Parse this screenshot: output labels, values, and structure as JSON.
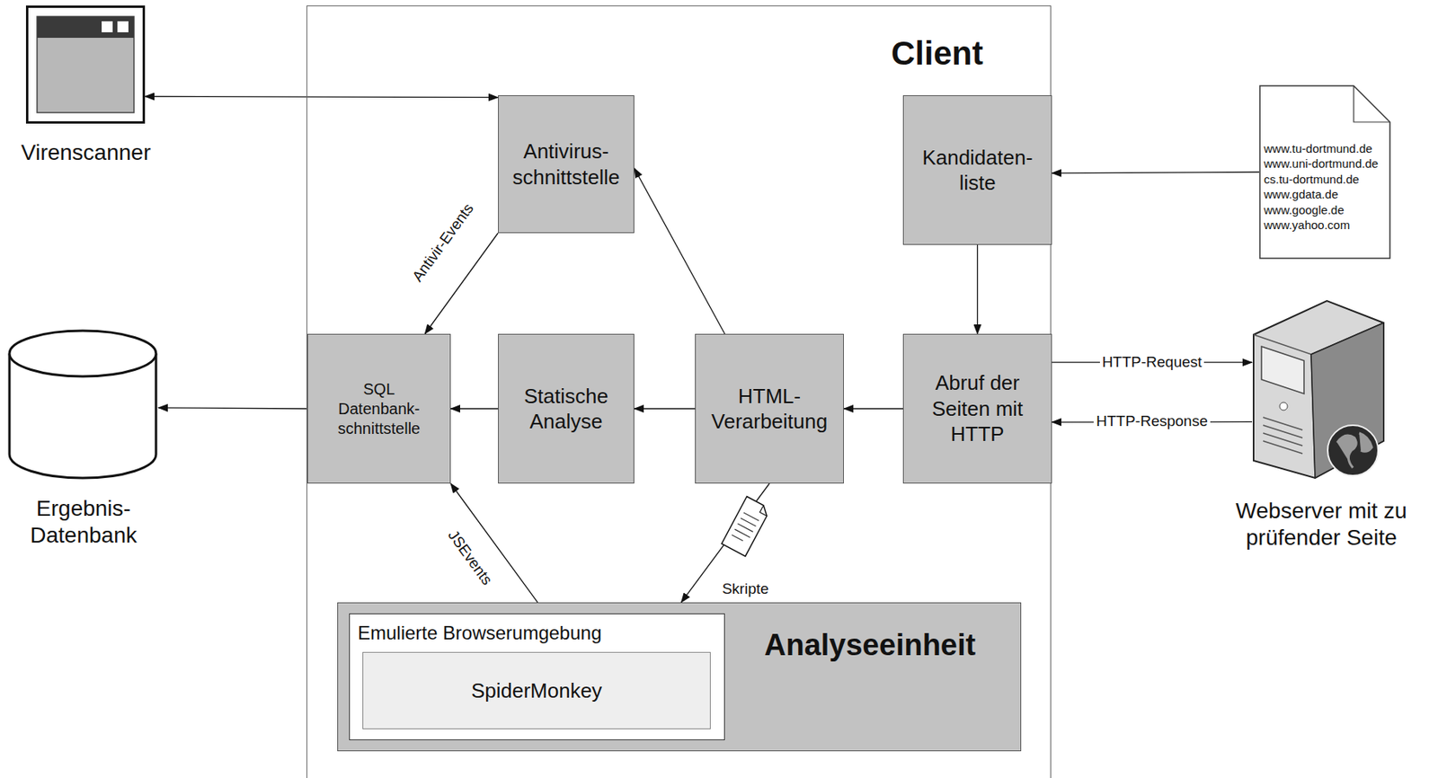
{
  "diagram": {
    "nodes": [
      {
        "text": [
          "Client"
        ]
      },
      {
        "text": [
          "Virenscanner"
        ]
      },
      {
        "text": [
          "Antivirus- schnittstelle"
        ],
        "in": 0
      },
      {
        "text": [
          "Kandidaten- liste"
        ],
        "in": 0
      },
      {
        "text": [
          "www.tu-dortmund.de",
          "www.uni-dortmund.de",
          "cs.tu-dortmund.de",
          "www.gdata.de",
          "www.google.de",
          "www.yahoo.com"
        ]
      },
      {
        "text": [
          "Ergebnis- Datenbank"
        ]
      },
      {
        "text": [
          "SQL Datenbank- schnittstelle"
        ],
        "in": 0
      },
      {
        "text": [
          "Statische Analyse"
        ],
        "in": 0
      },
      {
        "text": [
          "HTML- Verarbeitung"
        ],
        "in": 0
      },
      {
        "text": [
          "Abruf der Seiten mit HTTP"
        ],
        "in": 0
      },
      {
        "text": [
          "Webserver mit zu prüfender Seite"
        ]
      },
      {
        "text": [
          "Analyseeinheit"
        ],
        "in": 0
      },
      {
        "text": [
          "Emulierte Browserumgebung"
        ],
        "in": 11
      },
      {
        "text": [
          "SpiderMonkey"
        ],
        "in": 12
      }
    ],
    "edges": [
      {
        "from": 1,
        "to": 2,
        "arrow": "both"
      },
      {
        "from": 2,
        "to": 6,
        "label": "Antivir-Events",
        "arrow": "to"
      },
      {
        "from": 8,
        "to": 2,
        "arrow": "to"
      },
      {
        "from": 4,
        "to": 3,
        "arrow": "to"
      },
      {
        "from": 3,
        "to": 9,
        "arrow": "to"
      },
      {
        "from": 9,
        "to": 10,
        "label": "HTTP-Request",
        "arrow": "to"
      },
      {
        "from": 10,
        "to": 9,
        "label": "HTTP-Response",
        "arrow": "to"
      },
      {
        "from": 9,
        "to": 8,
        "arrow": "to"
      },
      {
        "from": 8,
        "to": 7,
        "arrow": "to"
      },
      {
        "from": 7,
        "to": 6,
        "arrow": "to"
      },
      {
        "from": 6,
        "to": 5,
        "arrow": "to"
      },
      {
        "from": 8,
        "to": 11,
        "label": "Skripte",
        "arrow": "to"
      },
      {
        "from": 11,
        "to": 6,
        "label": "JSEvents",
        "arrow": "to"
      }
    ]
  }
}
